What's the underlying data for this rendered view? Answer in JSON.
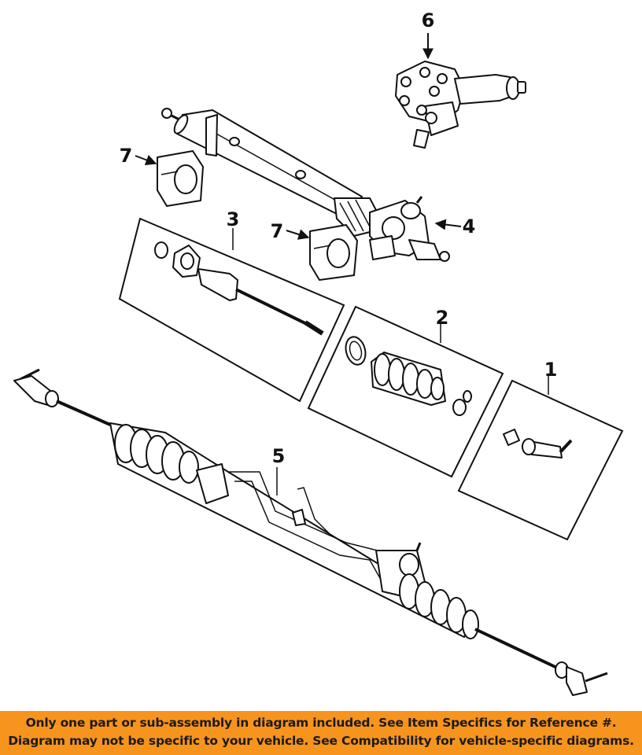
{
  "callouts": {
    "c1": "1",
    "c2": "2",
    "c3": "3",
    "c4": "4",
    "c5": "5",
    "c6": "6",
    "c7a": "7",
    "c7b": "7"
  },
  "footer": {
    "line1": "Only one part or sub-assembly in diagram included. See Item Specifics for Reference #.",
    "line2": "Diagram may not be specific to your vehicle. See Compatibility for vehicle-specific diagrams."
  },
  "colors": {
    "footer_background": "#F7941D",
    "line_art": "#111111"
  }
}
